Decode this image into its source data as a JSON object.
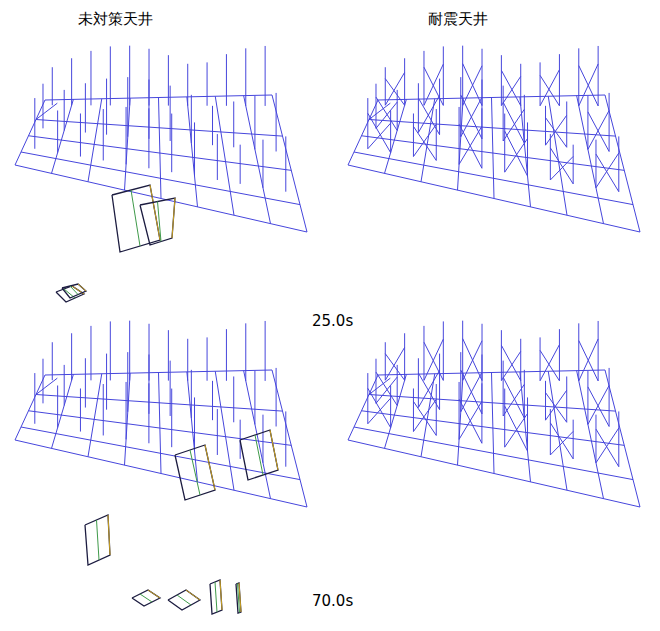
{
  "diagram": {
    "labels": [
      "未対策天井",
      "耐震天井",
      "25.0s",
      "70.0s"
    ]
  }
}
